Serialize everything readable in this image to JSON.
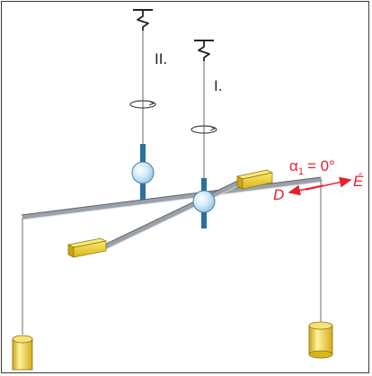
{
  "labels": {
    "pendulum_ii": "II.",
    "pendulum_i": "I.",
    "angle_alpha": "α",
    "angle_sub": "1",
    "angle_rest": "= 0°",
    "direction_left": "D",
    "direction_right": "É"
  },
  "colors": {
    "rod": "#8a8f96",
    "wire": "#9a9a9a",
    "weight_yellow": "#f3d63a",
    "sphere_blue": "#bfe0f5",
    "shaft_blue": "#2b6f9e",
    "annotation_red": "#e8202a"
  }
}
